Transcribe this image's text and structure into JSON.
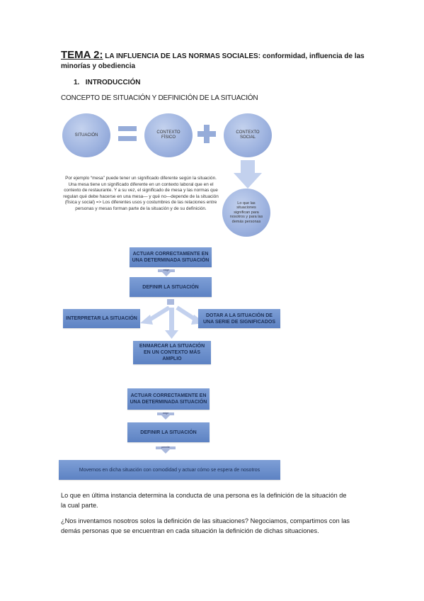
{
  "header": {
    "tema_label": "TEMA 2:",
    "title_rest": " LA INFLUENCIA DE LAS NORMAS SOCIALES: conformidad, influencia de las minorías y obediencia"
  },
  "section": {
    "number": "1.",
    "title": "INTRODUCCIÓN"
  },
  "concept_heading": "CONCEPTO DE SITUACIÓN Y DEFINICIÓN DE LA SITUACIÓN",
  "diagram1": {
    "situacion": "SITUACIÓN",
    "contexto_fisico": "CONTEXTO FÍSICO",
    "contexto_social": "CONTEXTO SOCIAL",
    "result_circle": "Lo que las situaciones significan para nosotros y para las demás personas",
    "colors": {
      "circle": "#9fb4e0",
      "symbol": "#96acd9",
      "arrow": "#c3d1ee"
    }
  },
  "paragraph": "Por ejemplo “mesa” puede tener un significado diferente según la situación. Una mesa tiene un significado diferente en un contexto laboral que en el contexto de restaurante. Y a su vez, el significado de mesa y las normas que regulan qué debe hacerse en una mesa— y qué no—depende de la situación (física y social) => Los diferentes usos y costumbres de las relaciones entre personas y mesas forman parte de la situación y de su definición.",
  "diagram2": {
    "top": "ACTUAR CORRECTAMENTE EN UNA DETERMINADA SITUACIÓN",
    "small1": "exige",
    "define": "DEFINIR LA SITUACIÓN",
    "left": "INTERPRETAR LA SITUACIÓN",
    "right": "DOTAR A LA SITUACIÓN DE UNA SERIE DE SIGNIFICADOS",
    "bottom": "ENMARCAR LA SITUACIÓN EN UN CONTEXTO MÁS AMPLIO",
    "box_color": "#6b8ecb"
  },
  "diagram3": {
    "top": "ACTUAR CORRECTAMENTE EN UNA DETERMINADA SITUACIÓN",
    "small1": "exige",
    "define": "DEFINIR LA SITUACIÓN",
    "small2": "permite",
    "wide": "Movernos en dicha situación con comodidad y actuar cómo se espera de nosotros"
  },
  "text1": "Lo que en última instancia determina la conducta de una persona es la definición de la situación de la cual parte.",
  "text2": "¿Nos inventamos nosotros solos la definición de las situaciones? Negociamos, compartimos con las demás personas que se encuentran en cada situación la definición de dichas situaciones."
}
